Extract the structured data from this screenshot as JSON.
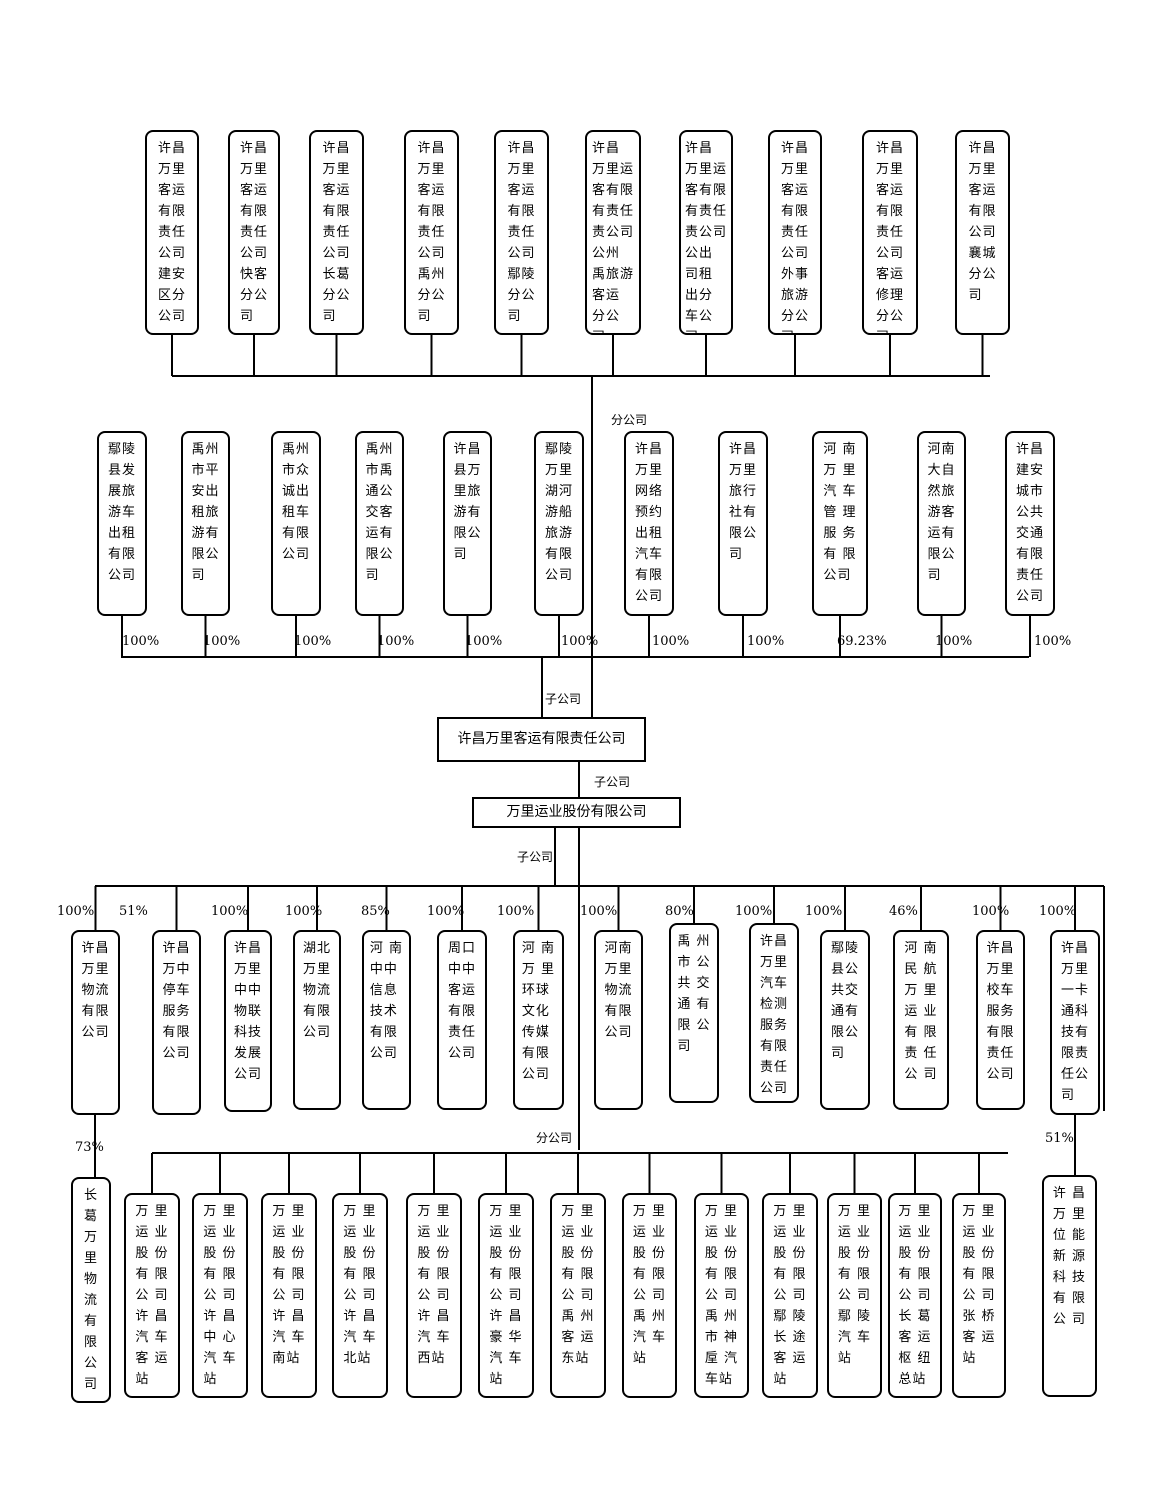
{
  "root": "许昌万里客运有限责任公司",
  "company": "万里运业股份有限公司",
  "labels": {
    "branch_top": "分公司",
    "sub_top": "子公司",
    "sub_mid": "子公司",
    "sub_low": "子公司",
    "branch_bottom": "分公司"
  },
  "branches_top": [
    "许昌\n万里\n客运\n有限\n责任\n公司\n建安\n区分\n公司",
    "许昌\n万里\n客运\n有限\n责任\n公司\n快客\n分公\n司",
    "许昌\n万里\n客运\n有限\n责任\n公司\n长葛\n分公\n司",
    "许昌\n万里\n客运\n有限\n责任\n公司\n禹州\n分公\n司",
    "许昌\n万里\n客运\n有限\n责任\n公司\n鄢陵\n分公\n司",
    "许昌\n万里运\n客有限\n有责任\n责公司\n公州\n禹旅游\n客运\n分公\n司",
    "许昌\n万里运\n客有限\n有责任\n责公司\n公出\n司租\n出分\n车公\n司",
    "许昌\n万里\n客运\n有限\n责任\n公司\n外事\n旅游\n分公\n司",
    "许昌\n万里\n客运\n有限\n责任\n公司\n客运\n修理\n分公\n司",
    "许昌\n万里\n客运\n有限\n公司\n襄城\n分公\n司"
  ],
  "subs_top": [
    {
      "name": "鄢陵\n县发\n展旅\n游车\n出租\n有限\n公司",
      "pct": "100%"
    },
    {
      "name": "禹州\n市平\n安出\n租旅\n游有\n限公\n司",
      "pct": "100%"
    },
    {
      "name": "禹州\n市众\n诚出\n租车\n有限\n公司",
      "pct": "100%"
    },
    {
      "name": "禹州\n市禹\n通公\n交客\n运有\n限公\n司",
      "pct": "100%"
    },
    {
      "name": "许昌\n县万\n里旅\n游有\n限公\n司",
      "pct": "100%"
    },
    {
      "name": "鄢陵\n万里\n湖河\n游船\n旅游\n有限\n公司",
      "pct": "100%"
    },
    {
      "name": "许昌\n万里\n网络\n预约\n出租\n汽车\n有限\n公司",
      "pct": "100%"
    },
    {
      "name": "许昌\n万里\n旅行\n社有\n限公\n司",
      "pct": "100%"
    },
    {
      "name": "河 南\n万 里\n汽 车\n管 理\n服 务\n有 限\n公司",
      "pct": "69.23%"
    },
    {
      "name": "河南\n大自\n然旅\n游客\n运有\n限公\n司",
      "pct": "100%"
    },
    {
      "name": "许昌\n建安\n城市\n公共\n交通\n有限\n责任\n公司",
      "pct": "100%"
    }
  ],
  "subs_mid": [
    {
      "name": "许昌\n万里\n物流\n有限\n公司",
      "pct": "100%"
    },
    {
      "name": "许昌\n万中\n停车\n服务\n有限\n公司",
      "pct": "51%"
    },
    {
      "name": "许昌\n万里\n中中\n物联\n科技\n发展\n公司",
      "pct": "100%"
    },
    {
      "name": "湖北\n万里\n物流\n有限\n公司",
      "pct": "100%"
    },
    {
      "name": "河 南\n中中\n信息\n技术\n有限\n公司",
      "pct": "85%"
    },
    {
      "name": "周口\n中中\n客运\n有限\n责任\n公司",
      "pct": "100%"
    },
    {
      "name": "河 南\n万 里\n环球\n文化\n传媒\n有限\n公司",
      "pct": "100%"
    },
    {
      "name": "河南\n万里\n物流\n有限\n公司",
      "pct": "100%"
    },
    {
      "name": "禹 州\n市 公\n共 交\n通 有\n限 公\n司",
      "pct": "80%"
    },
    {
      "name": "许昌\n万里\n汽车\n检测\n服务\n有限\n责任\n公司",
      "pct": "100%"
    },
    {
      "name": "鄢陵\n县公\n共交\n通有\n限公\n司",
      "pct": "100%"
    },
    {
      "name": "河 南\n民 航\n万 里\n运 业\n有 限\n责 任\n公 司",
      "pct": "46%"
    },
    {
      "name": "许昌\n万里\n校车\n服务\n有限\n责任\n公司",
      "pct": "100%"
    },
    {
      "name": "许昌\n万里\n一卡\n通科\n技有\n限责\n任公\n司",
      "pct": "100%"
    }
  ],
  "changge": {
    "name": "长\n葛\n万\n里\n物\n流\n有\n限\n公\n司",
    "pct": "73%"
  },
  "weineng": {
    "name": "许 昌\n万 里\n位 能\n新 源\n科 技\n有 限\n公 司",
    "pct": "51%"
  },
  "branches_bottom": [
    "万 里\n运 业\n股 份\n有 限\n公 司\n许 昌\n汽 车\n客 运\n站",
    "万 里\n运 业\n股 份\n有 限\n公 司\n许 昌\n中 心\n汽 车\n站",
    "万 里\n运 业\n股 份\n有 限\n公 司\n许 昌\n汽 车\n南站",
    "万 里\n运 业\n股 份\n有 限\n公 司\n许 昌\n汽 车\n北站",
    "万 里\n运 业\n股 份\n有 限\n公 司\n许 昌\n汽 车\n西站",
    "万 里\n运 业\n股 份\n有 限\n公 司\n许 昌\n豪 华\n汽 车\n站",
    "万 里\n运 业\n股 份\n有 限\n公 司\n禹 州\n客 运\n东站",
    "万 里\n运 业\n股 份\n有 限\n公 司\n禹 州\n汽 车\n站",
    "万 里\n运 业\n股 份\n有 限\n公 司\n禹 州\n市 神\n垕 汽\n车站",
    "万 里\n运 业\n股 份\n有 限\n公 司\n鄢 陵\n长 途\n客 运\n站",
    "万 里\n运 业\n股 份\n有 限\n公 司\n鄢 陵\n汽 车\n站",
    "万 里\n运 业\n股 份\n有 限\n公 司\n长 葛\n客 运\n枢 纽\n总站",
    "万 里\n运 业\n股 份\n有 限\n公 司\n张 桥\n客 运\n站"
  ]
}
